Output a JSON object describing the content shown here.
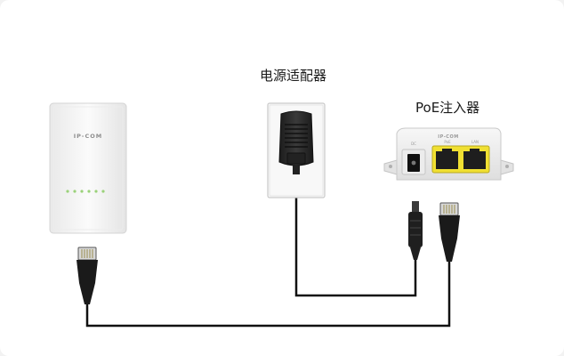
{
  "labels": {
    "adapter": "电源适配器",
    "injector": "PoE注入器"
  },
  "device": {
    "brand": "IP-COM"
  },
  "injector": {
    "brand": "IP-COM",
    "ports": [
      "DC",
      "PoE",
      "LAN"
    ]
  },
  "colors": {
    "background": "#ffffff",
    "cable": "#111111",
    "port_yellow": "#f0e032",
    "adapter_body": "#2b2b2b",
    "device_body": "#f4f4f4"
  }
}
